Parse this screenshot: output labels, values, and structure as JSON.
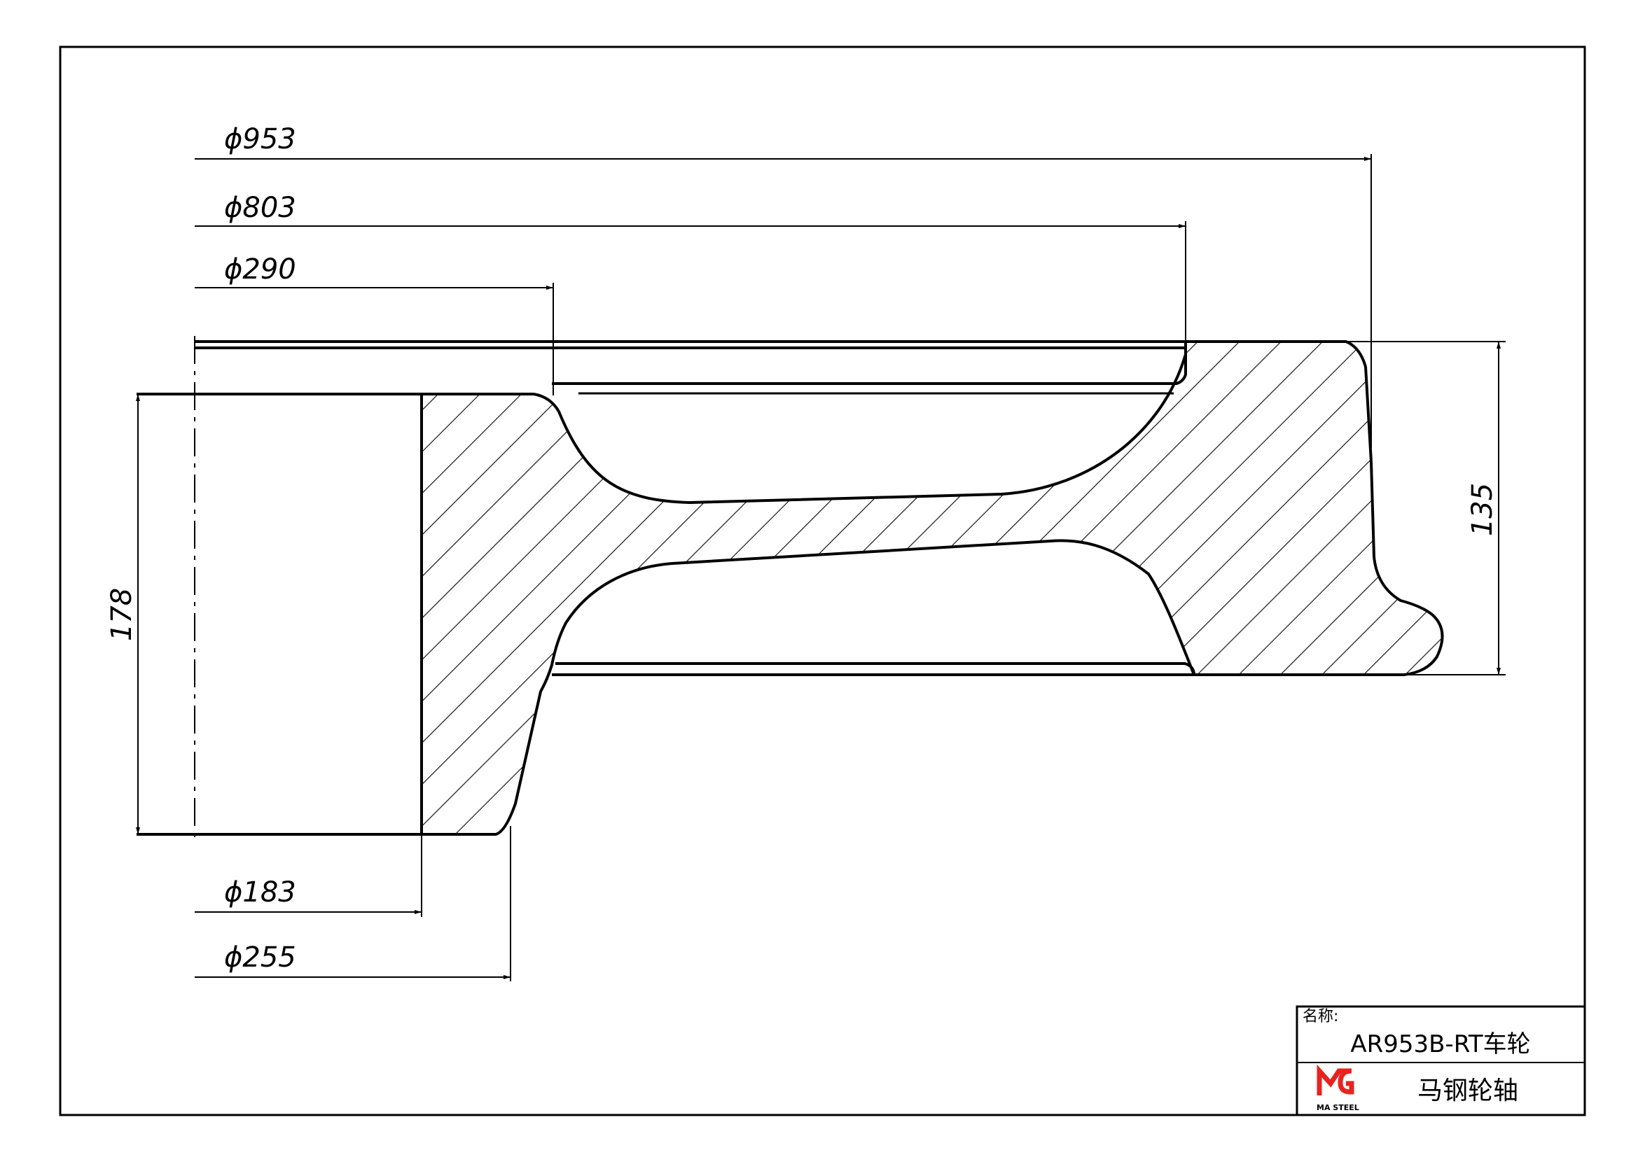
{
  "dimensions": {
    "d953": "ϕ953",
    "d803": "ϕ803",
    "d290": "ϕ290",
    "d183": "ϕ183",
    "d255": "ϕ255",
    "h178": "178",
    "h135": "135"
  },
  "title_block": {
    "name_label": "名称:",
    "name_value": "AR953B-RT车轮",
    "company": "马钢轮轴",
    "logo_text": "MG MA STEEL"
  },
  "colors": {
    "line": "#000000",
    "logo": "#e8231f"
  }
}
